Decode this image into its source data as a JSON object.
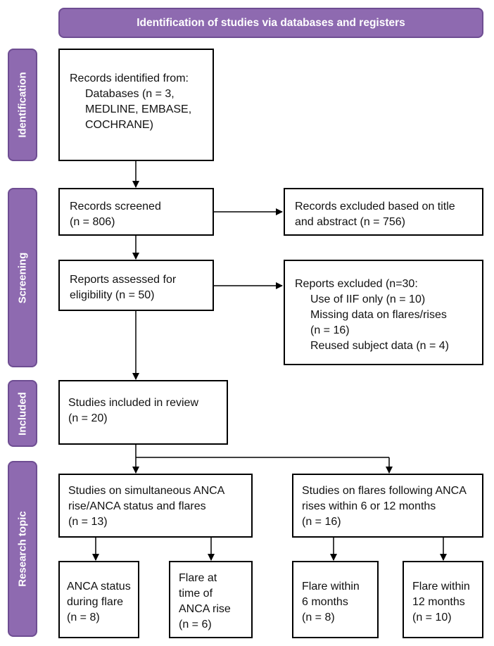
{
  "header": {
    "title": "Identification of studies via databases and registers"
  },
  "phases": {
    "identification": "Identification",
    "screening": "Screening",
    "included": "Included",
    "research_topic": "Research topic"
  },
  "boxes": {
    "records_identified": {
      "lines": [
        "Records identified from:",
        "Databases (n = 3,",
        "MEDLINE, EMBASE,",
        "COCHRANE)"
      ]
    },
    "records_screened": {
      "lines": [
        "Records screened",
        "(n = 806)"
      ]
    },
    "records_excluded": {
      "lines": [
        "Records excluded based on title",
        "and abstract (n = 756)"
      ]
    },
    "reports_assessed": {
      "lines": [
        "Reports assessed for",
        "eligibility (n = 50)"
      ]
    },
    "reports_excluded": {
      "lines": [
        "Reports excluded (n=30:",
        "Use of IIF only (n = 10)",
        "Missing data on flares/rises",
        "(n = 16)",
        "Reused subject data (n = 4)"
      ]
    },
    "studies_included": {
      "lines": [
        "Studies included in review",
        "(n = 20)"
      ]
    },
    "simultaneous": {
      "lines": [
        "Studies on simultaneous ANCA",
        "rise/ANCA status and flares",
        "(n = 13)"
      ]
    },
    "flares_following": {
      "lines": [
        "Studies on flares following ANCA",
        "rises within 6 or 12 months",
        "(n = 16)"
      ]
    },
    "anca_status": {
      "lines": [
        "ANCA status",
        "during flare",
        "(n = 8)"
      ]
    },
    "flare_at_time": {
      "lines": [
        "Flare at",
        "time of",
        "ANCA rise",
        "(n = 6)"
      ]
    },
    "flare_6": {
      "lines": [
        "Flare within",
        "6 months",
        "(n = 8)"
      ]
    },
    "flare_12": {
      "lines": [
        "Flare within",
        "12 months",
        "(n = 10)"
      ]
    }
  }
}
